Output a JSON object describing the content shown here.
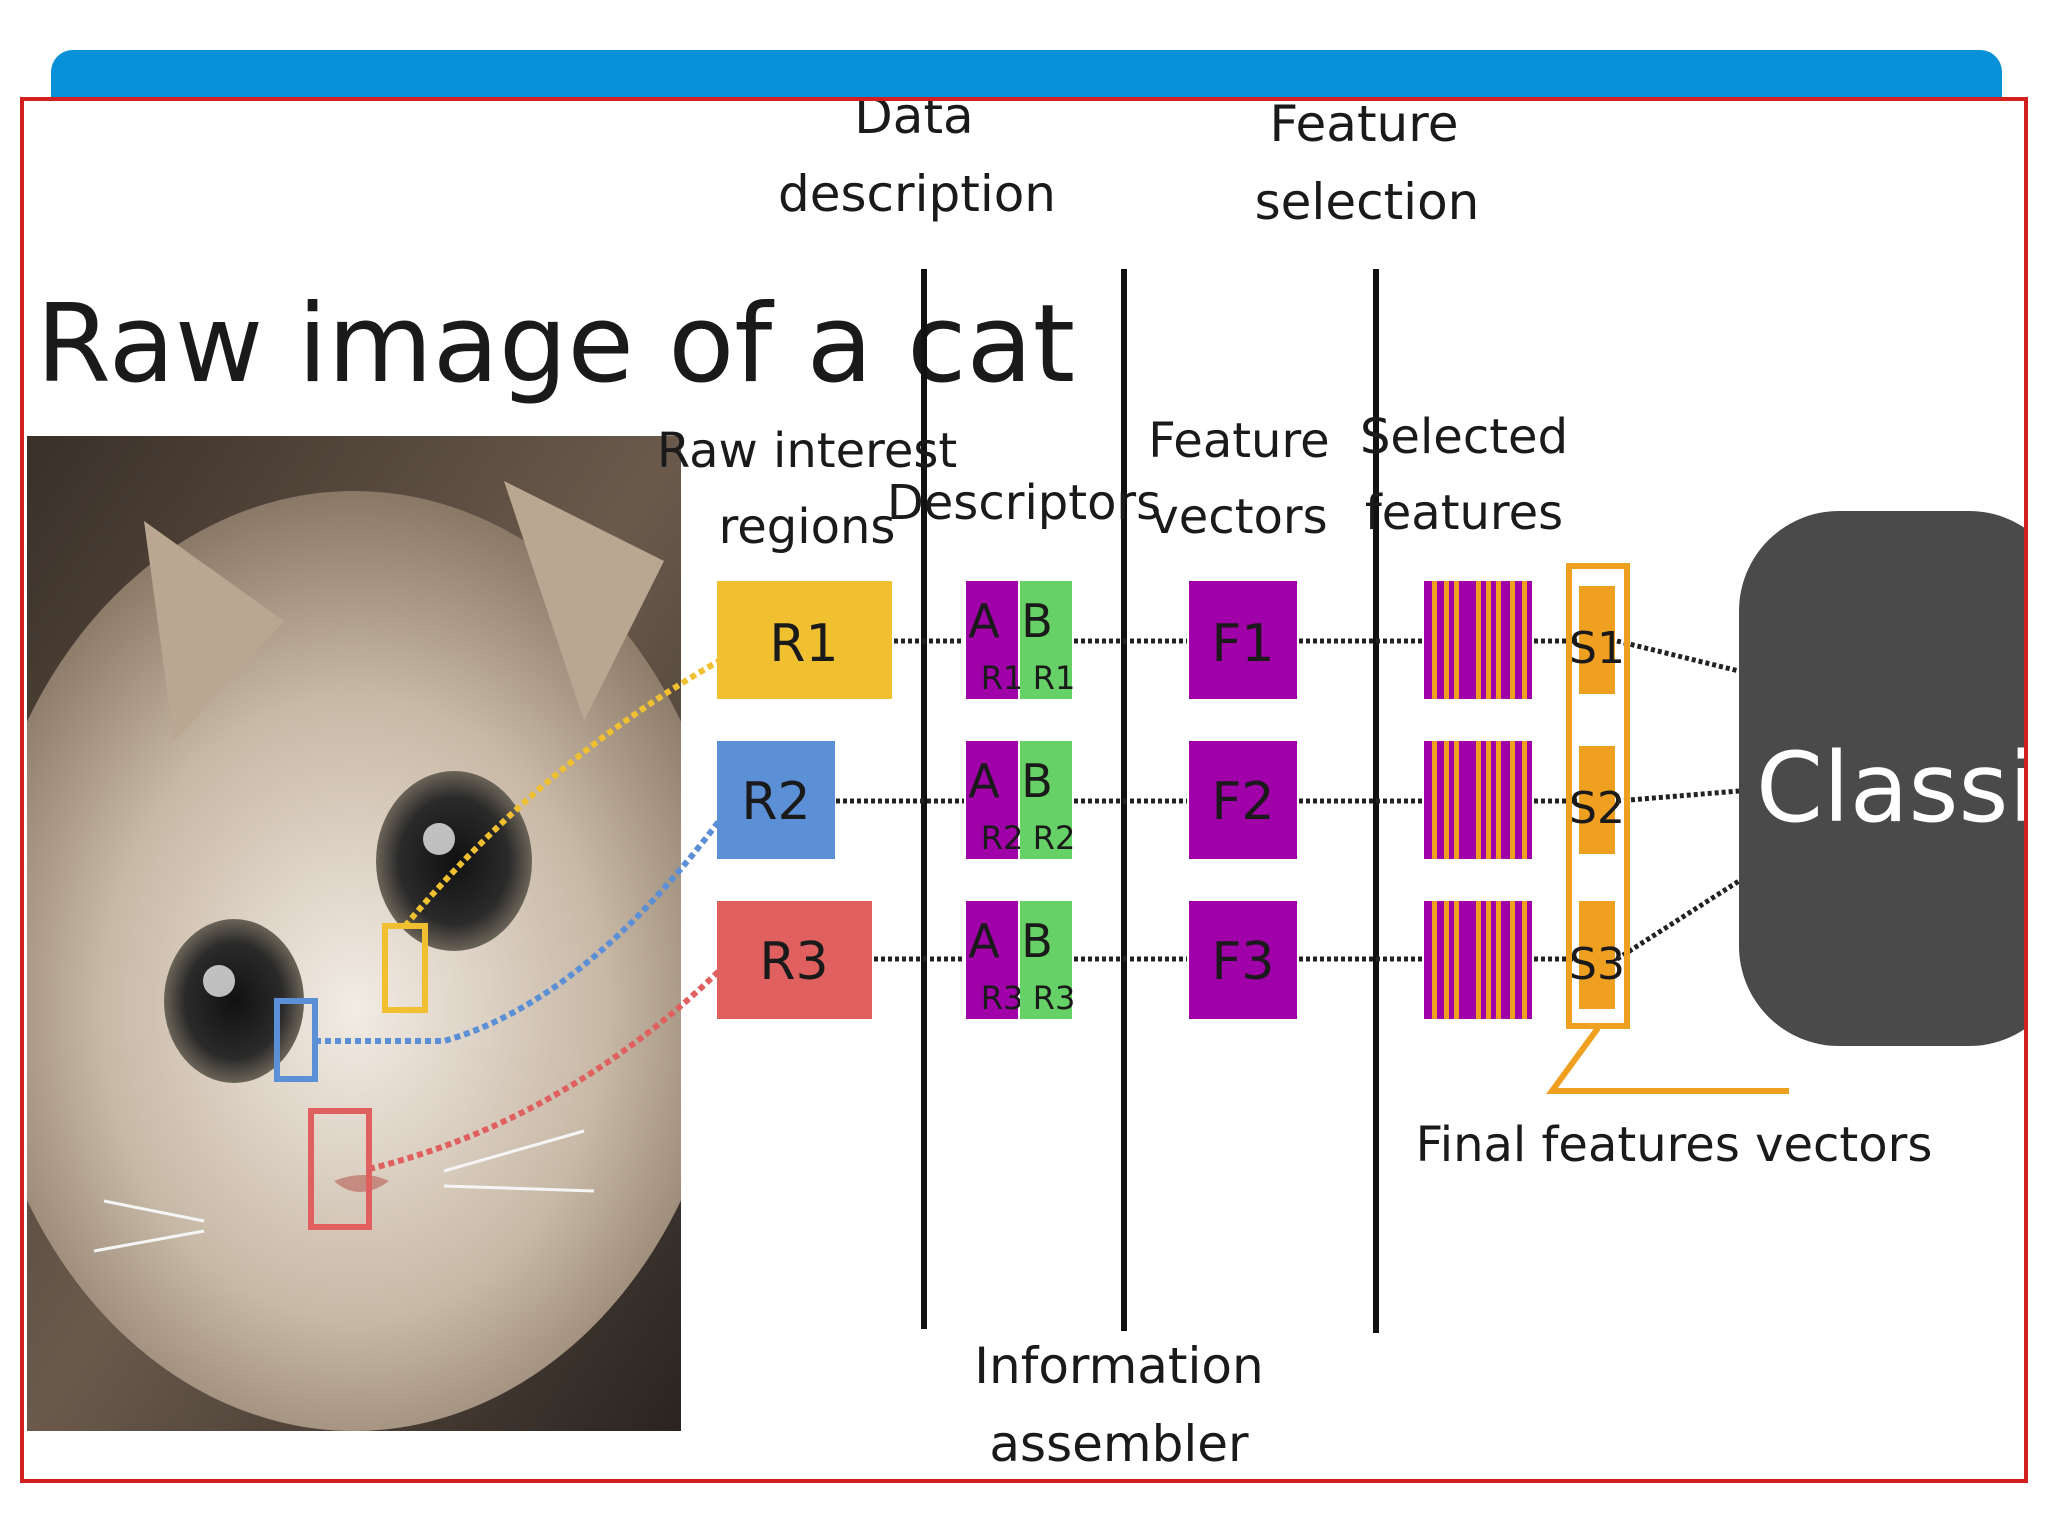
{
  "title": "Raw image of a cat",
  "stages_top": {
    "data_description": [
      "Data",
      "description"
    ],
    "feature_selection": [
      "Feature",
      "selection"
    ]
  },
  "stage_bottom": {
    "information_assembler": [
      "Information",
      "assembler"
    ]
  },
  "columns": {
    "raw_interest_regions": [
      "Raw interest",
      "regions"
    ],
    "descriptors": "Descriptors",
    "feature_vectors": [
      "Feature",
      "vectors"
    ],
    "selected_features": [
      "Selected",
      "features"
    ]
  },
  "regions": [
    {
      "label": "R1",
      "color": "#f0c030",
      "desc_a": "A",
      "desc_a_sub": "R1",
      "desc_b": "B",
      "desc_b_sub": "R1",
      "feature": "F1",
      "final": "S1"
    },
    {
      "label": "R2",
      "color": "#5b8fd6",
      "desc_a": "A",
      "desc_a_sub": "R2",
      "desc_b": "B",
      "desc_b_sub": "R2",
      "feature": "F2",
      "final": "S2"
    },
    {
      "label": "R3",
      "color": "#e06060",
      "desc_a": "A",
      "desc_a_sub": "R3",
      "desc_b": "B",
      "desc_b_sub": "R3",
      "feature": "F3",
      "final": "S3"
    }
  ],
  "final_features_label": "Final features vectors",
  "classifier_label": "Classifier",
  "colors": {
    "descriptor_a": "#a000a8",
    "descriptor_b": "#66d166",
    "feature": "#a000a8",
    "selected_stripe": "#f0a020",
    "final": "#f0a020",
    "classifier": "#4a4a4a",
    "header_bar": "#0590d8",
    "frame": "#d21f1f"
  }
}
